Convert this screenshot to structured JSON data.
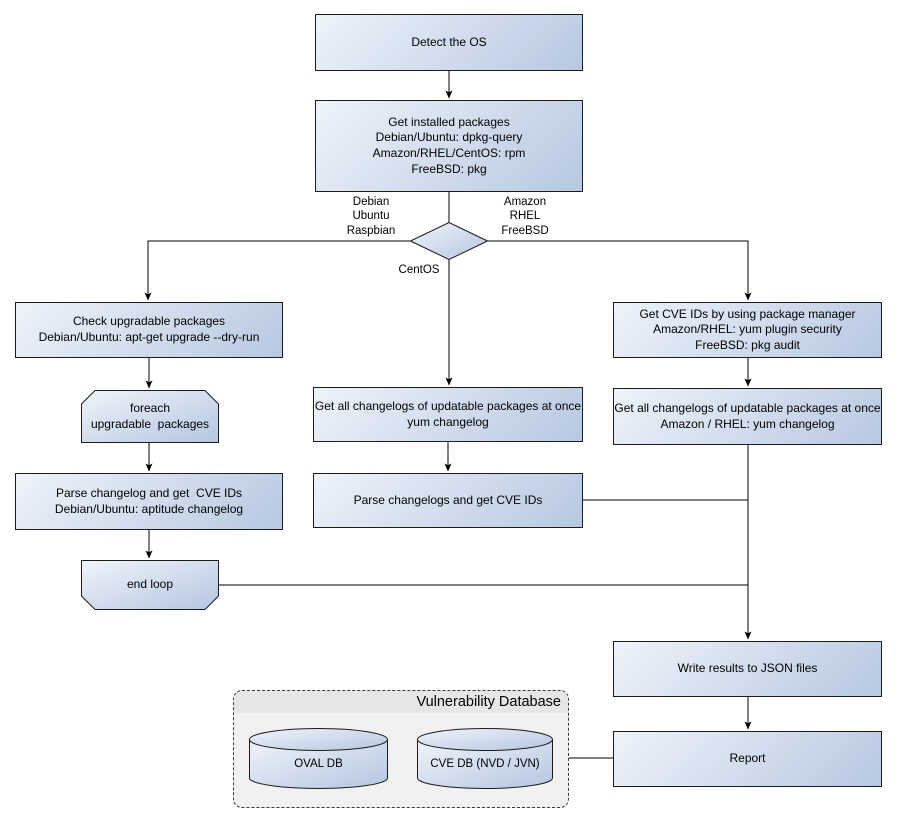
{
  "colors": {
    "node_light": "#eef3fa",
    "node_dark": "#b7c8e1",
    "node_border": "#1c1c1c",
    "line": "#000000",
    "group_bg": "#f1f1f1",
    "group_header_bg": "#e6e6e6",
    "group_border": "#3a3a3a",
    "text": "#000000"
  },
  "nodes": {
    "detect_os": "Detect the OS",
    "get_installed_packages": "Get installed packages\nDebian/Ubuntu: dpkg-query\nAmazon/RHEL/CentOS: rpm\nFreeBSD: pkg",
    "check_upgradable": "Check upgradable packages\nDebian/Ubuntu: apt-get upgrade --dry-run",
    "foreach_loop": "foreach\nupgradable  packages",
    "parse_changelog_debian": "Parse changelog and get  CVE IDs\nDebian/Ubuntu: aptitude changelog",
    "end_loop": "end loop",
    "centos_get_changelogs": "Get all changelogs of updatable packages at once\nyum changelog",
    "centos_parse_changelogs": "Parse changelogs and get CVE IDs",
    "pkg_manager_cve": "Get CVE IDs by using package manager\nAmazon/RHEL: yum plugin security\nFreeBSD: pkg audit",
    "rhel_get_changelogs": "Get all changelogs of updatable packages at once\nAmazon / RHEL: yum changelog",
    "write_json": "Write results to JSON files",
    "report": "Report"
  },
  "branch_labels": {
    "debian_branch": "Debian\nUbuntu\nRaspbian",
    "rhel_branch": "Amazon\nRHEL\nFreeBSD",
    "centos_branch": "CentOS"
  },
  "database": {
    "title": "Vulnerability Database",
    "oval_db": "OVAL DB",
    "cve_db": "CVE DB (NVD / JVN)"
  }
}
